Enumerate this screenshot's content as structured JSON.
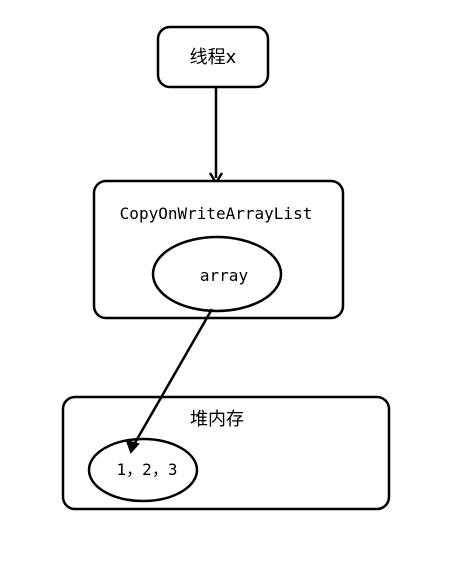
{
  "diagram": {
    "thread": {
      "label": "线程x"
    },
    "list": {
      "label": "CopyOnWriteArrayList",
      "field": "array"
    },
    "heap": {
      "label": "堆内存",
      "values": "1，2，3"
    },
    "edges": [
      {
        "from": "thread",
        "to": "list"
      },
      {
        "from": "array",
        "to": "values"
      }
    ]
  }
}
